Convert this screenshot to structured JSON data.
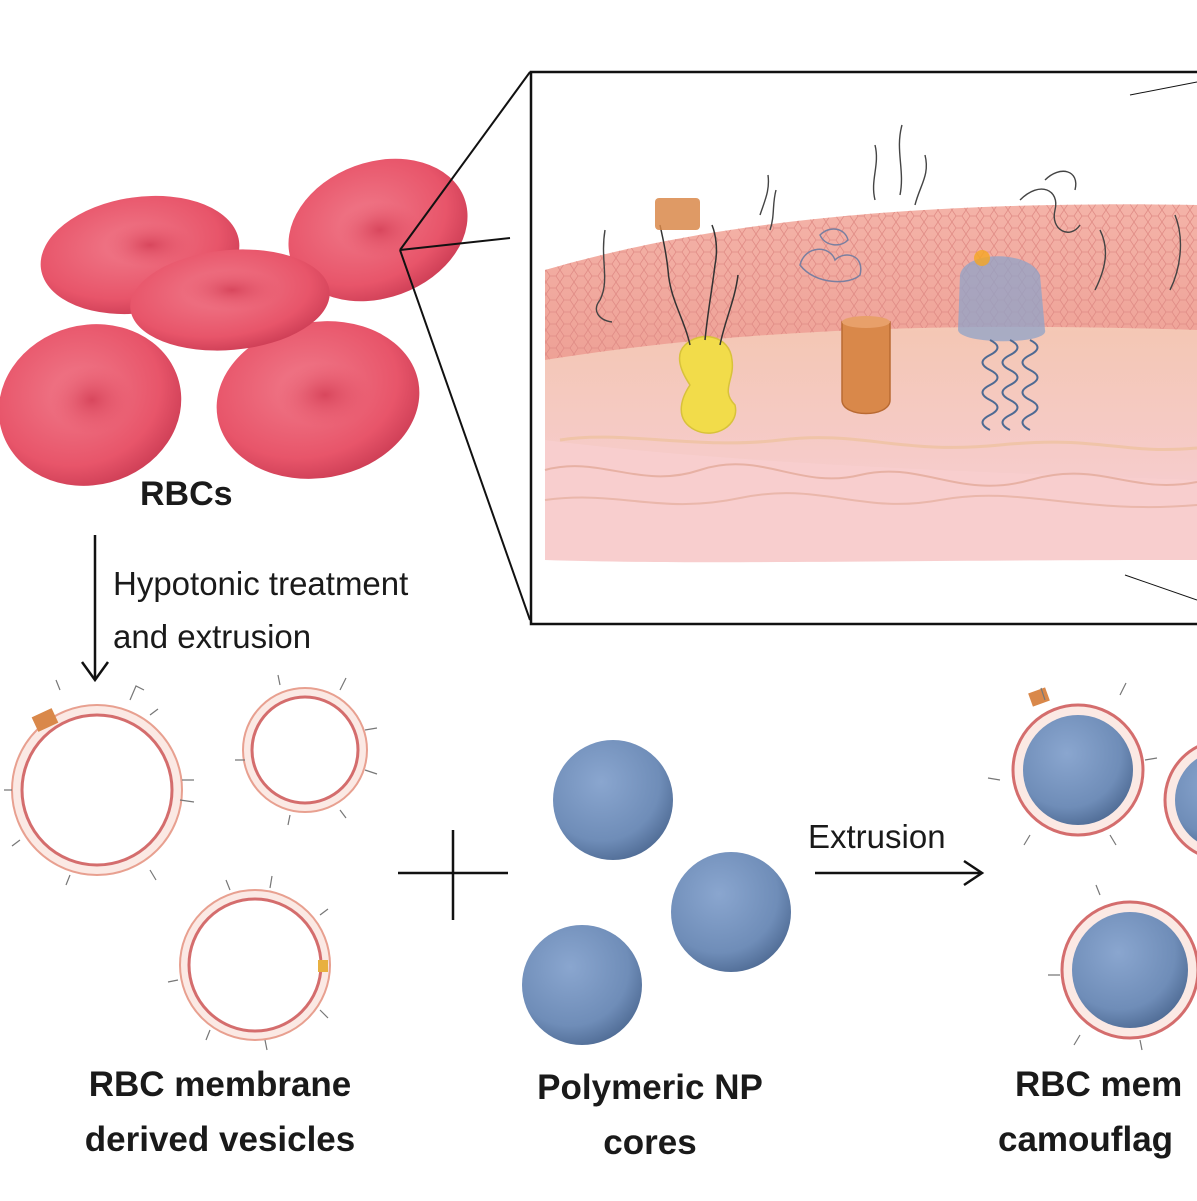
{
  "labels": {
    "rbcs": "RBCs",
    "step1_line1": "Hypotonic treatment",
    "step1_line2": "and extrusion",
    "vesicles_line1": "RBC membrane",
    "vesicles_line2": "derived vesicles",
    "cores_line1": "Polymeric NP",
    "cores_line2": "cores",
    "step2": "Extrusion",
    "product_line1": "RBC mem",
    "product_line2": "camouflag"
  },
  "colors": {
    "rbc": "#e8556a",
    "rbc_dark": "#c93a52",
    "membrane_pink": "#f2a3a3",
    "membrane_peach": "#f5cfae",
    "np_core": "#6f8db8",
    "np_core_dark": "#4e6a93",
    "line": "#111111",
    "protein_yellow": "#f2dc4a",
    "protein_orange": "#d9884a",
    "protein_blue": "#8fa3c8"
  },
  "icons": {
    "rbc_cell": "rbc-cell-icon",
    "vesicle": "membrane-vesicle-icon",
    "np_core": "nanoparticle-core-icon",
    "plus": "plus-icon",
    "arrow": "arrow-icon"
  }
}
